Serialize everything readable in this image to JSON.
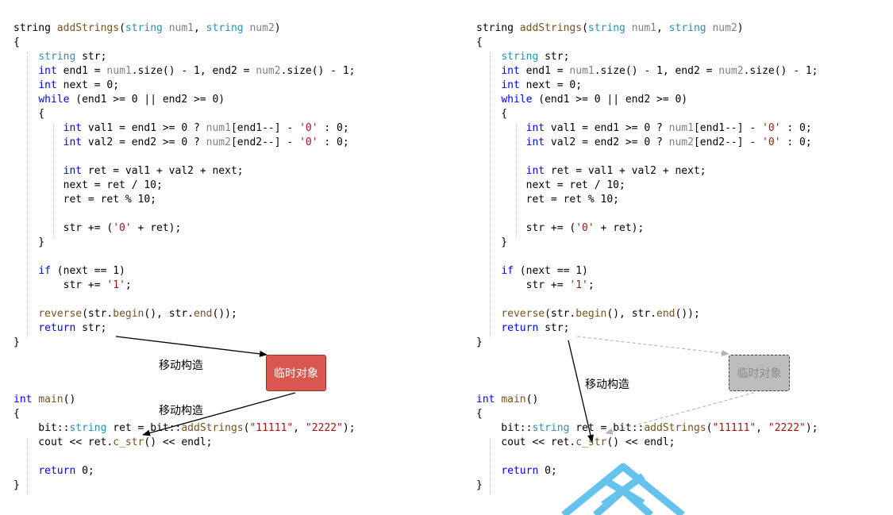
{
  "code_lines": [
    [
      {
        "t": "string ",
        "c": "#000000"
      },
      {
        "t": "addStrings",
        "c": "#74531f"
      },
      {
        "t": "(",
        "c": "#000000"
      },
      {
        "t": "string",
        "c": "#2b91af"
      },
      {
        "t": " ",
        "c": "#000000"
      },
      {
        "t": "num1",
        "c": "#808080"
      },
      {
        "t": ", ",
        "c": "#000000"
      },
      {
        "t": "string",
        "c": "#2b91af"
      },
      {
        "t": " ",
        "c": "#000000"
      },
      {
        "t": "num2",
        "c": "#808080"
      },
      {
        "t": ")",
        "c": "#000000"
      }
    ],
    [
      {
        "t": "{",
        "c": "#000000"
      }
    ],
    [
      {
        "t": "    ",
        "c": "#000000"
      },
      {
        "t": "string",
        "c": "#2b91af"
      },
      {
        "t": " str;",
        "c": "#000000"
      }
    ],
    [
      {
        "t": "    ",
        "c": "#000000"
      },
      {
        "t": "int",
        "c": "#0000ff"
      },
      {
        "t": " end1 = ",
        "c": "#000000"
      },
      {
        "t": "num1",
        "c": "#808080"
      },
      {
        "t": ".size() - 1, end2 = ",
        "c": "#000000"
      },
      {
        "t": "num2",
        "c": "#808080"
      },
      {
        "t": ".size() - 1;",
        "c": "#000000"
      }
    ],
    [
      {
        "t": "    ",
        "c": "#000000"
      },
      {
        "t": "int",
        "c": "#0000ff"
      },
      {
        "t": " next = 0;",
        "c": "#000000"
      }
    ],
    [
      {
        "t": "    ",
        "c": "#000000"
      },
      {
        "t": "while",
        "c": "#0000ff"
      },
      {
        "t": " (end1 >= 0 || end2 >= 0)",
        "c": "#000000"
      }
    ],
    [
      {
        "t": "    {",
        "c": "#000000"
      }
    ],
    [
      {
        "t": "        ",
        "c": "#000000"
      },
      {
        "t": "int",
        "c": "#0000ff"
      },
      {
        "t": " val1 = end1 >= 0 ? ",
        "c": "#000000"
      },
      {
        "t": "num1",
        "c": "#808080"
      },
      {
        "t": "[end1--] - ",
        "c": "#000000"
      },
      {
        "t": "'0'",
        "c": "#a31515"
      },
      {
        "t": " : 0;",
        "c": "#000000"
      }
    ],
    [
      {
        "t": "        ",
        "c": "#000000"
      },
      {
        "t": "int",
        "c": "#0000ff"
      },
      {
        "t": " val2 = end2 >= 0 ? ",
        "c": "#000000"
      },
      {
        "t": "num2",
        "c": "#808080"
      },
      {
        "t": "[end2--] - ",
        "c": "#000000"
      },
      {
        "t": "'0'",
        "c": "#a31515"
      },
      {
        "t": " : 0;",
        "c": "#000000"
      }
    ],
    [],
    [
      {
        "t": "        ",
        "c": "#000000"
      },
      {
        "t": "int",
        "c": "#0000ff"
      },
      {
        "t": " ret = val1 + val2 + next;",
        "c": "#000000"
      }
    ],
    [
      {
        "t": "        next = ret / 10;",
        "c": "#000000"
      }
    ],
    [
      {
        "t": "        ret = ret % 10;",
        "c": "#000000"
      }
    ],
    [],
    [
      {
        "t": "        str += (",
        "c": "#000000"
      },
      {
        "t": "'0'",
        "c": "#a31515"
      },
      {
        "t": " + ret);",
        "c": "#000000"
      }
    ],
    [
      {
        "t": "    }",
        "c": "#000000"
      }
    ],
    [],
    [
      {
        "t": "    ",
        "c": "#000000"
      },
      {
        "t": "if",
        "c": "#0000ff"
      },
      {
        "t": " (next == 1)",
        "c": "#000000"
      }
    ],
    [
      {
        "t": "        str += ",
        "c": "#000000"
      },
      {
        "t": "'1'",
        "c": "#a31515"
      },
      {
        "t": ";",
        "c": "#000000"
      }
    ],
    [],
    [
      {
        "t": "    ",
        "c": "#000000"
      },
      {
        "t": "reverse",
        "c": "#74531f"
      },
      {
        "t": "(str.",
        "c": "#000000"
      },
      {
        "t": "begin",
        "c": "#74531f"
      },
      {
        "t": "(), str.",
        "c": "#000000"
      },
      {
        "t": "end",
        "c": "#74531f"
      },
      {
        "t": "());",
        "c": "#000000"
      }
    ],
    [
      {
        "t": "    ",
        "c": "#000000"
      },
      {
        "t": "return",
        "c": "#0000ff"
      },
      {
        "t": " str;",
        "c": "#000000"
      }
    ],
    [
      {
        "t": "}",
        "c": "#000000"
      }
    ],
    [],
    [],
    [],
    [
      {
        "t": "int",
        "c": "#0000ff"
      },
      {
        "t": " ",
        "c": "#000000"
      },
      {
        "t": "main",
        "c": "#74531f"
      },
      {
        "t": "()",
        "c": "#000000"
      }
    ],
    [
      {
        "t": "{",
        "c": "#000000"
      }
    ],
    [
      {
        "t": "    bit::",
        "c": "#000000"
      },
      {
        "t": "string",
        "c": "#2b91af"
      },
      {
        "t": " ret = bit::",
        "c": "#000000"
      },
      {
        "t": "addStrings",
        "c": "#74531f"
      },
      {
        "t": "(",
        "c": "#000000"
      },
      {
        "t": "\"11111\"",
        "c": "#a31515"
      },
      {
        "t": ", ",
        "c": "#000000"
      },
      {
        "t": "\"2222\"",
        "c": "#a31515"
      },
      {
        "t": ");",
        "c": "#000000"
      }
    ],
    [
      {
        "t": "    cout << ret.",
        "c": "#000000"
      },
      {
        "t": "c_str",
        "c": "#74531f"
      },
      {
        "t": "() << endl;",
        "c": "#000000"
      }
    ],
    [],
    [
      {
        "t": "    ",
        "c": "#000000"
      },
      {
        "t": "return",
        "c": "#0000ff"
      },
      {
        "t": " 0;",
        "c": "#000000"
      }
    ],
    [
      {
        "t": "}",
        "c": "#000000"
      }
    ]
  ],
  "left_panel": {
    "temp_object_label": "临时对象",
    "move_construct_label_1": "移动构造",
    "move_construct_label_2": "移动构造"
  },
  "right_panel": {
    "temp_object_label": "临时对象",
    "move_construct_label": "移动构造"
  },
  "colors": {
    "temp_box_active": "#d9574f",
    "temp_box_elided": "#bdbdbd",
    "elided_arrow": "#b4b4b4",
    "watermark": "#49b8ea"
  }
}
